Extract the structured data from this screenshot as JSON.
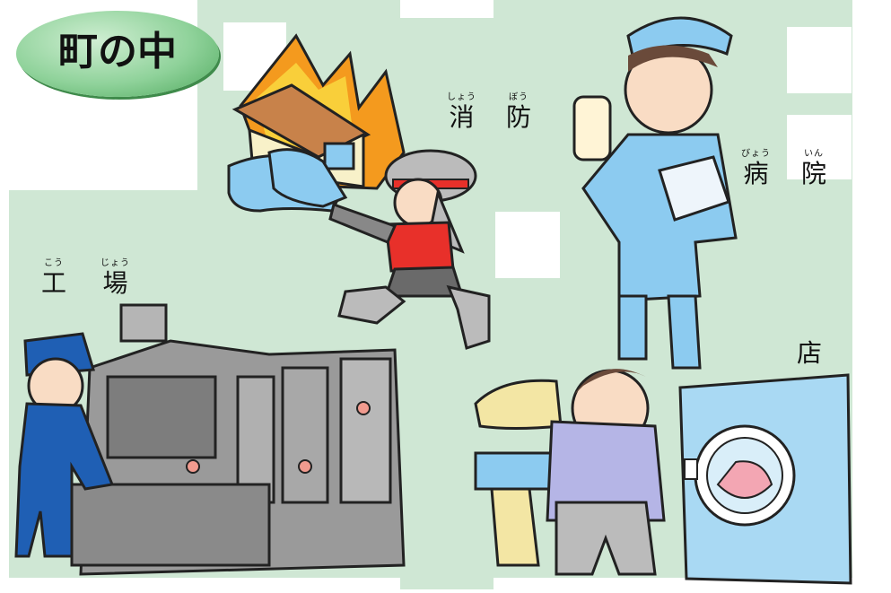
{
  "title": "町の中",
  "labels": {
    "fire_station": {
      "ruby": [
        "しょう",
        "ぼう"
      ],
      "text": [
        "消",
        "防"
      ]
    },
    "hospital": {
      "ruby": [
        "びょう",
        "いん"
      ],
      "text": [
        "病",
        "院"
      ]
    },
    "factory": {
      "ruby": [
        "こう",
        "じょう"
      ],
      "text": [
        "工",
        "場"
      ]
    },
    "shop": {
      "text": "店"
    }
  },
  "colors": {
    "background_green": "#cfe7d4",
    "badge_green": "#8fd29a",
    "fire_orange": "#f49a1e",
    "firefighter_red": "#e8302a",
    "nurse_blue": "#8ccbf0",
    "worker_blue": "#1f5fb4",
    "machine_gray": "#9a9a9a",
    "washer_blue": "#a9d9f3"
  }
}
